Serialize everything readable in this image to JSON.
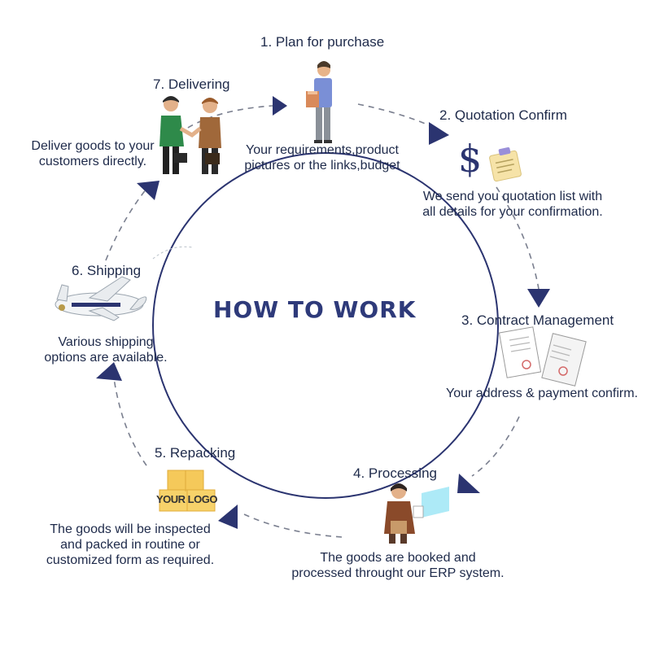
{
  "title": "HOW TO WORK",
  "steps": [
    {
      "label": "1. Plan for purchase",
      "desc": [
        "Your requirements,product",
        "pictures or the links,budget"
      ]
    },
    {
      "label": "2. Quotation Confirm",
      "desc": [
        "We send you quotation list with",
        "all details for your confirmation."
      ]
    },
    {
      "label": "3. Contract Management",
      "desc": [
        "Your address & payment confirm."
      ]
    },
    {
      "label": "4. Processing",
      "desc": [
        "The goods are booked and",
        "processed throught our ERP system."
      ]
    },
    {
      "label": "5. Repacking",
      "desc": [
        "The goods will be inspected",
        "and packed in routine or",
        "customized form as required."
      ]
    },
    {
      "label": "6. Shipping",
      "desc": [
        "Various shipping",
        "options are available."
      ]
    },
    {
      "label": "7. Delivering",
      "desc": [
        "Deliver goods to your",
        "customers directly."
      ]
    }
  ],
  "logo_text": "YOUR LOGO",
  "dollar_sign": "$",
  "colors": {
    "navy": "#1e2a4a",
    "arrow": "#2b3470",
    "title": "#2e3a7a",
    "dash": "#7a7f8f"
  },
  "icons": [
    "person-box-icon",
    "dollar-icon",
    "clipboard-icon",
    "contract-documents-icon",
    "worker-icon",
    "box-icon",
    "airplane-icon",
    "handshake-icon"
  ]
}
